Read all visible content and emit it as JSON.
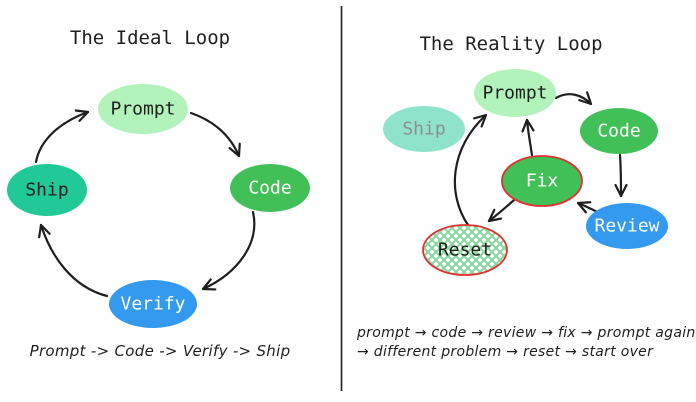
{
  "colors": {
    "light_green": "#b2f2bb",
    "green": "#40c057",
    "teal": "#20c997",
    "blue": "#339af0",
    "red": "#e03131",
    "ink": "#1e1e1e"
  },
  "left": {
    "title": "The Ideal Loop",
    "caption": "Prompt -> Code -> Verify -> Ship",
    "nodes": {
      "prompt": {
        "label": "Prompt",
        "color": "light_green"
      },
      "code": {
        "label": "Code",
        "color": "green"
      },
      "verify": {
        "label": "Verify",
        "color": "blue"
      },
      "ship": {
        "label": "Ship",
        "color": "teal"
      }
    },
    "edges": [
      {
        "from": "Ship",
        "to": "Prompt"
      },
      {
        "from": "Prompt",
        "to": "Code"
      },
      {
        "from": "Code",
        "to": "Verify"
      },
      {
        "from": "Verify",
        "to": "Ship"
      }
    ]
  },
  "right": {
    "title": "The Reality Loop",
    "caption_line1": "prompt → code → review → fix → prompt again",
    "caption_line2": "→ different problem → reset → start over",
    "nodes": {
      "prompt": {
        "label": "Prompt",
        "color": "light_green"
      },
      "ship": {
        "label": "Ship",
        "color": "teal",
        "faded": true
      },
      "code": {
        "label": "Code",
        "color": "green"
      },
      "fix": {
        "label": "Fix",
        "color": "green",
        "border": "red"
      },
      "review": {
        "label": "Review",
        "color": "blue"
      },
      "reset": {
        "label": "Reset",
        "color": "crosshatch_green",
        "border": "red"
      }
    },
    "edges": [
      {
        "from": "Prompt",
        "to": "Code"
      },
      {
        "from": "Code",
        "to": "Review"
      },
      {
        "from": "Review",
        "to": "Fix"
      },
      {
        "from": "Fix",
        "to": "Prompt"
      },
      {
        "from": "Fix",
        "to": "Reset"
      },
      {
        "from": "Reset",
        "to": "Prompt"
      }
    ]
  }
}
